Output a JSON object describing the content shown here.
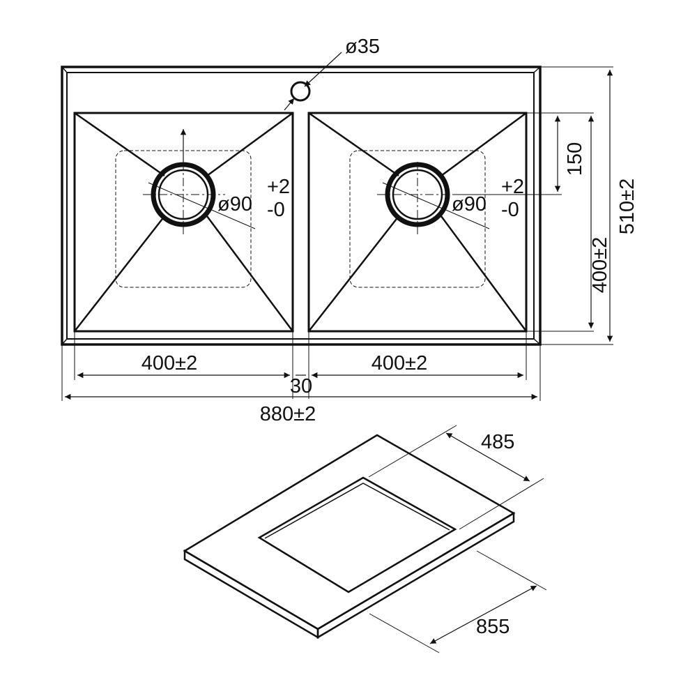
{
  "colors": {
    "line": "#111111",
    "background": "#ffffff"
  },
  "labels": {
    "tap_hole": "ø35",
    "drain_left": "ø90",
    "drain_right": "ø90",
    "tol_left_plus": "+2",
    "tol_left_minus": "-0",
    "tol_right_plus": "+2",
    "tol_right_minus": "-0",
    "depth_offset": "150",
    "bowl_height": "400±2",
    "overall_height": "510±2",
    "bowl_left_width": "400±2",
    "bowl_right_width": "400±2",
    "divider_width": "30",
    "overall_width": "880±2",
    "cutout_depth": "485",
    "cutout_width": "855"
  }
}
